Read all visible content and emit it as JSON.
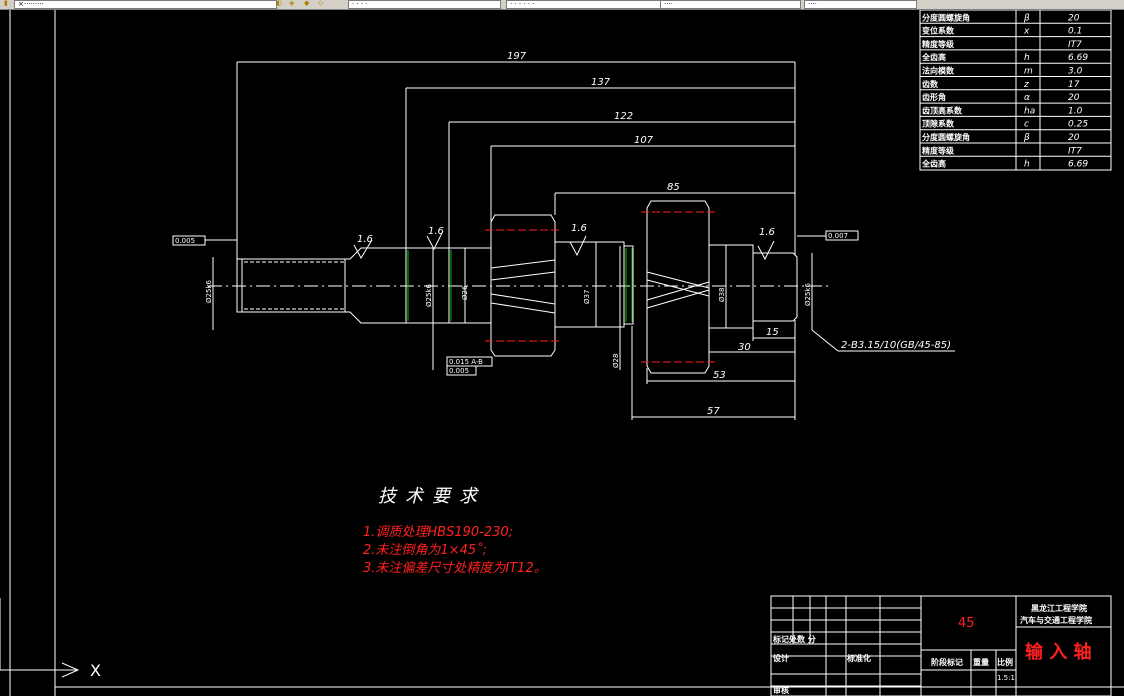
{
  "toolbar": {
    "layer_field": "×·········",
    "color_field": "· · · ·",
    "linetype_field": "· · · · · ·",
    "lineweight_field": "····",
    "plotstyle_field": "····"
  },
  "ucs": {
    "x_label": "X"
  },
  "dimensions": {
    "d197": "197",
    "d137": "137",
    "d122": "122",
    "d107": "107",
    "d85": "85",
    "d57": "57",
    "d53": "53",
    "d30": "30",
    "d15": "15",
    "dia_left": "Ø25k6",
    "dia_25": "Ø25k6",
    "dia_26": "Ø26",
    "dia_37": "Ø37",
    "dia_28": "Ø28",
    "dia_38": "Ø38",
    "dia_right": "Ø25k6",
    "rough1": "1.6",
    "rough2": "1.6",
    "rough3": "1.6",
    "rough4": "1.6",
    "tol_left": "0.005",
    "tol_right": "0.007",
    "tol_mid1": "0.015 A-B",
    "tol_mid2": "0.005",
    "center_hole": "2-B3.15/10(GB/45-85)"
  },
  "param_table": {
    "rows": [
      {
        "name": "分度圆螺旋角",
        "sym": "β",
        "val": "20"
      },
      {
        "name": "变位系数",
        "sym": "x",
        "val": "0.1"
      },
      {
        "name": "精度等级",
        "sym": "",
        "val": "IT7"
      },
      {
        "name": "全齿高",
        "sym": "h",
        "val": "6.69"
      },
      {
        "name": "法向模数",
        "sym": "m",
        "val": "3.0"
      },
      {
        "name": "齿数",
        "sym": "z",
        "val": "17"
      },
      {
        "name": "齿形角",
        "sym": "α",
        "val": "20"
      },
      {
        "name": "齿顶高系数",
        "sym": "ha",
        "val": "1.0"
      },
      {
        "name": "顶隙系数",
        "sym": "c",
        "val": "0.25"
      },
      {
        "name": "分度圆螺旋角",
        "sym": "β",
        "val": "20"
      },
      {
        "name": "精度等级",
        "sym": "",
        "val": "IT7"
      },
      {
        "name": "全齿高",
        "sym": "h",
        "val": "6.69"
      }
    ]
  },
  "tech_req": {
    "title": "技术要求",
    "items": [
      "1.调质处理HBS190-230;",
      "2.未注倒角为1×45˚;",
      "3.未注偏差尺寸处精度为IT12。"
    ]
  },
  "title_block": {
    "material": "45",
    "school1": "黑龙江工程学院",
    "school2": "汽车与交通工程学院",
    "part_name": "输 入 轴",
    "mark_row": "标记处数 分",
    "design": "设计",
    "standard": "标准化",
    "stage_mark": "阶段标记",
    "weight": "重量",
    "scale_label": "比例",
    "scale_value": "1.5:1",
    "review": "审核"
  }
}
